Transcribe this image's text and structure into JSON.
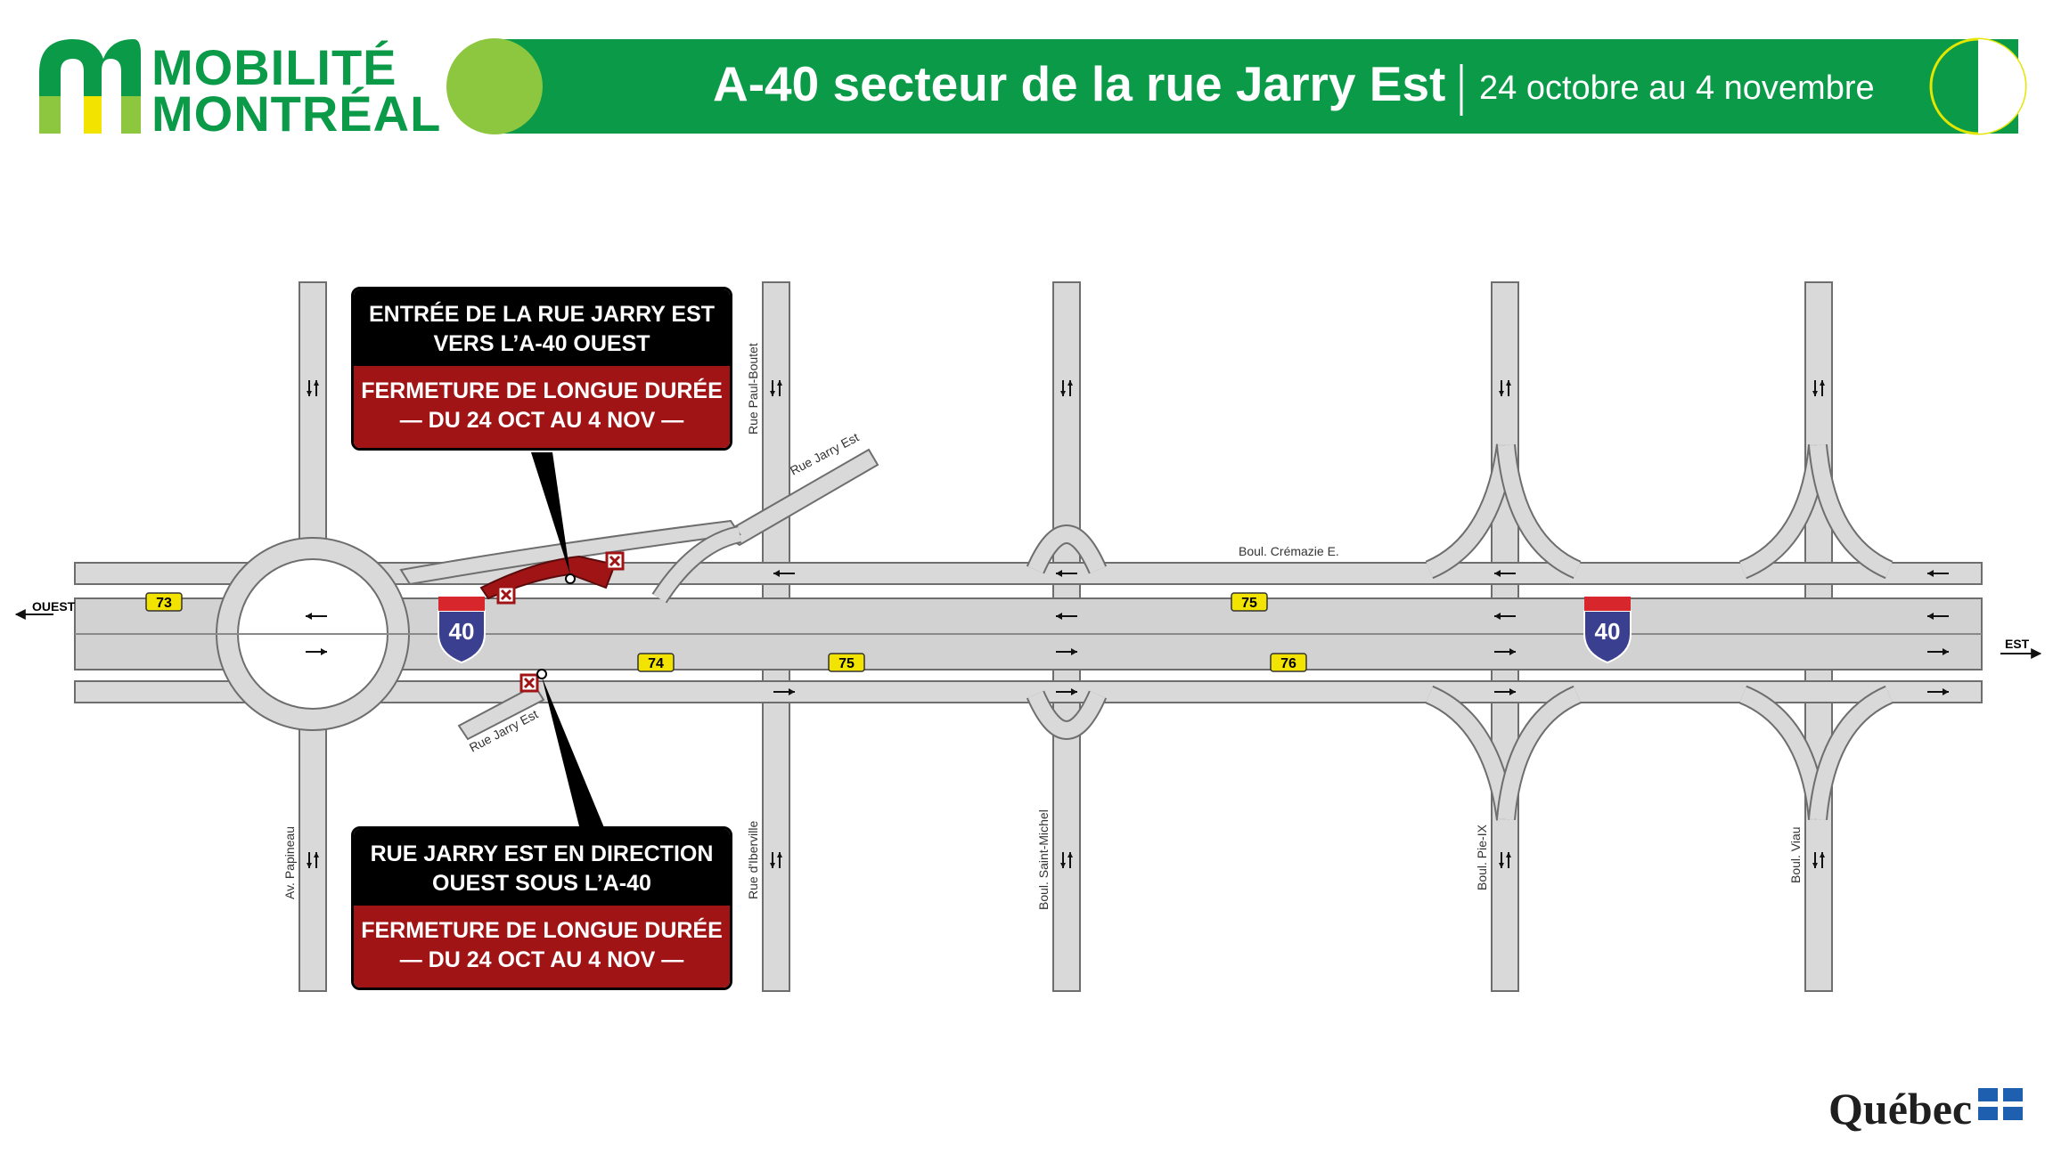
{
  "logo": {
    "line1": "MOBILITÉ",
    "line2": "MONTRÉAL"
  },
  "banner": {
    "title": "A-40 secteur de la rue Jarry Est",
    "dates": "24 octobre au 4 novembre",
    "color": "#0a9a48"
  },
  "callouts": [
    {
      "heading": [
        "ENTRÉE DE LA RUE JARRY EST",
        "VERS L’A-40 OUEST"
      ],
      "closure": [
        "FERMETURE DE LONGUE DURÉE",
        "— DU 24 OCT AU 4 NOV —"
      ]
    },
    {
      "heading": [
        "RUE JARRY EST EN DIRECTION",
        "OUEST SOUS L’A-40"
      ],
      "closure": [
        "FERMETURE DE LONGUE DURÉE",
        "— DU 24 OCT AU 4 NOV —"
      ]
    }
  ],
  "map": {
    "directions": {
      "west": "OUEST",
      "east": "EST"
    },
    "streets": {
      "papineau": "Av. Papineau",
      "iberville": "Rue d'Iberville",
      "paul_boutet": "Rue Paul-Boutet",
      "saint_michel": "Boul. Saint-Michel",
      "pie_ix": "Boul. Pie-IX",
      "viau": "Boul. Viau",
      "jarry_ne": "Rue Jarry Est",
      "jarry_sw": "Rue Jarry Est",
      "cremazie": "Boul. Crémazie E."
    },
    "highway_shield": "40",
    "exits": [
      "73",
      "74",
      "75",
      "75",
      "76"
    ],
    "closure_color": "#a11416"
  },
  "footer": {
    "quebec": "Québec"
  }
}
